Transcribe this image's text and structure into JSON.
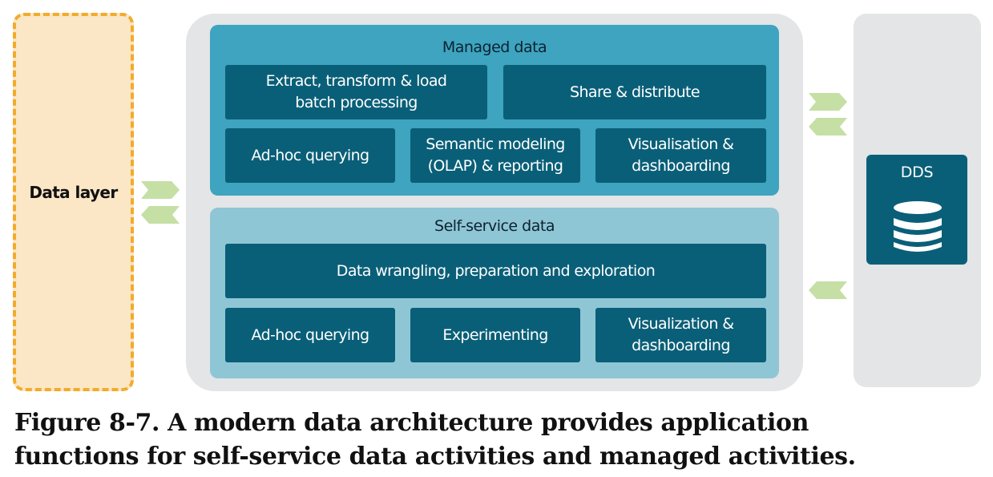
{
  "data_layer": {
    "label": "Data layer"
  },
  "managed": {
    "title": "Managed data",
    "boxes": [
      "Extract, transform & load\nbatch processing",
      "Share & distribute",
      "Ad-hoc querying",
      "Semantic modeling\n(OLAP) & reporting",
      "Visualisation &\ndashboarding"
    ]
  },
  "self_service": {
    "title": "Self-service data",
    "boxes": [
      "Data wrangling, preparation and exploration",
      "Ad-hoc querying",
      "Experimenting",
      "Visualization &\ndashboarding"
    ]
  },
  "dds": {
    "label": "DDS",
    "icon": "database-icon"
  },
  "colors": {
    "data_layer_fill": "#fbe6c6",
    "data_layer_border": "#f2ab2b",
    "panel_grey": "#e3e5e6",
    "managed_fill": "#3ea4bf",
    "self_service_fill": "#8fc6d5",
    "box_fill": "#0a5f78",
    "arrow_green": "#c5dfa5"
  },
  "caption": {
    "line1": "Figure 8-7. A modern data architecture provides application",
    "line2": "functions for self-service data activities and managed activities."
  }
}
